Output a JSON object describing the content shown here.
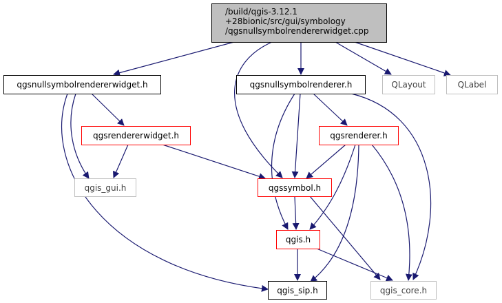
{
  "nodes": {
    "root": "/build/qgis-3.12.1\n+28bionic/src/gui/symbology\n/qgsnullsymbolrendererwidget.cpp",
    "widget_h": "qgsnullsymbolrendererwidget.h",
    "renderer_h": "qgsnullsymbolrenderer.h",
    "qlayout": "QLayout",
    "qlabel": "QLabel",
    "rendererwidget_h": "qgsrendererwidget.h",
    "qgsrenderer_h": "qgsrenderer.h",
    "gui_h": "qgis_gui.h",
    "symbol_h": "qgssymbol.h",
    "qgis_h": "qgis.h",
    "sip_h": "qgis_sip.h",
    "core_h": "qgis_core.h"
  },
  "colors": {
    "edge": "#191970",
    "documented_border": "#000000",
    "incomplete_border": "#ff0000",
    "external_border": "#bfbfbf",
    "root_fill": "#bfbfbf"
  }
}
